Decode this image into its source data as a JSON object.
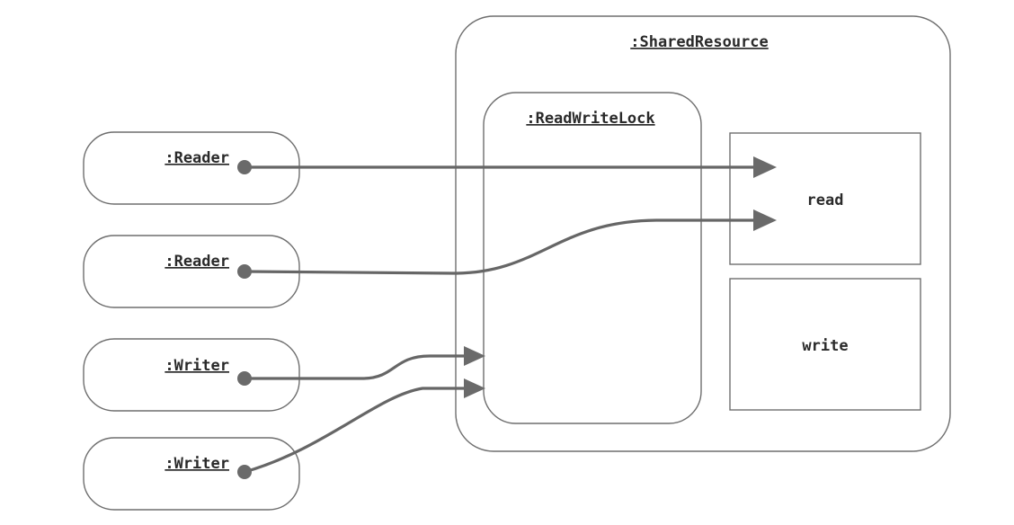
{
  "diagram": {
    "shared_resource": {
      "label": ":SharedResource"
    },
    "read_write_lock": {
      "label": ":ReadWriteLock"
    },
    "read": {
      "label": "read"
    },
    "write": {
      "label": "write"
    },
    "clients": [
      {
        "label": ":Reader"
      },
      {
        "label": ":Reader"
      },
      {
        "label": ":Writer"
      },
      {
        "label": ":Writer"
      }
    ]
  }
}
